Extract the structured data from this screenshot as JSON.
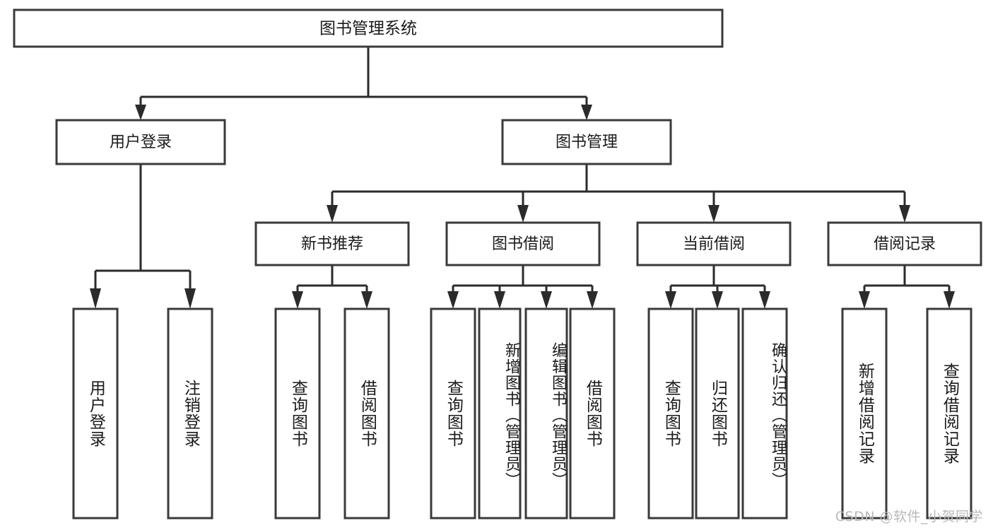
{
  "diagram": {
    "type": "tree-hierarchy",
    "root": {
      "id": "root",
      "label": "图书管理系统"
    },
    "level2": [
      {
        "id": "user-login",
        "label": "用户登录"
      },
      {
        "id": "book-manage",
        "label": "图书管理"
      }
    ],
    "level3": [
      {
        "id": "new-book-recommend",
        "label": "新书推荐",
        "parent": "book-manage"
      },
      {
        "id": "book-borrow",
        "label": "图书借阅",
        "parent": "book-manage"
      },
      {
        "id": "current-borrow",
        "label": "当前借阅",
        "parent": "book-manage"
      },
      {
        "id": "borrow-record",
        "label": "借阅记录",
        "parent": "book-manage"
      }
    ],
    "leaves": [
      {
        "id": "leaf-user-login",
        "label": "用户登录",
        "parent": "user-login"
      },
      {
        "id": "leaf-user-logout",
        "label": "注销登录",
        "parent": "user-login"
      },
      {
        "id": "leaf-query-book-1",
        "label": "查询图书",
        "parent": "new-book-recommend"
      },
      {
        "id": "leaf-borrow-book-1",
        "label": "借阅图书",
        "parent": "new-book-recommend"
      },
      {
        "id": "leaf-query-book-2",
        "label": "查询图书",
        "parent": "book-borrow"
      },
      {
        "id": "leaf-add-book",
        "label": "新增图书（管理员）",
        "parent": "book-borrow"
      },
      {
        "id": "leaf-edit-book",
        "label": "编辑图书（管理员）",
        "parent": "book-borrow"
      },
      {
        "id": "leaf-borrow-book-2",
        "label": "借阅图书",
        "parent": "book-borrow"
      },
      {
        "id": "leaf-query-book-3",
        "label": "查询图书",
        "parent": "current-borrow"
      },
      {
        "id": "leaf-return-book",
        "label": "归还图书",
        "parent": "current-borrow"
      },
      {
        "id": "leaf-confirm-return",
        "label": "确认归还（管理员）",
        "parent": "current-borrow"
      },
      {
        "id": "leaf-add-record",
        "label": "新增借阅记录",
        "parent": "borrow-record"
      },
      {
        "id": "leaf-query-record",
        "label": "查询借阅记录",
        "parent": "borrow-record"
      }
    ]
  },
  "watermark": {
    "text": "CSDN @软件_小贺同学"
  },
  "colors": {
    "box_stroke": "#3a3a3a",
    "box_fill": "#ffffff",
    "connector": "#2b2b2b",
    "text": "#1a1a1a",
    "watermark": "#b9b9b9",
    "background": "#ffffff"
  }
}
